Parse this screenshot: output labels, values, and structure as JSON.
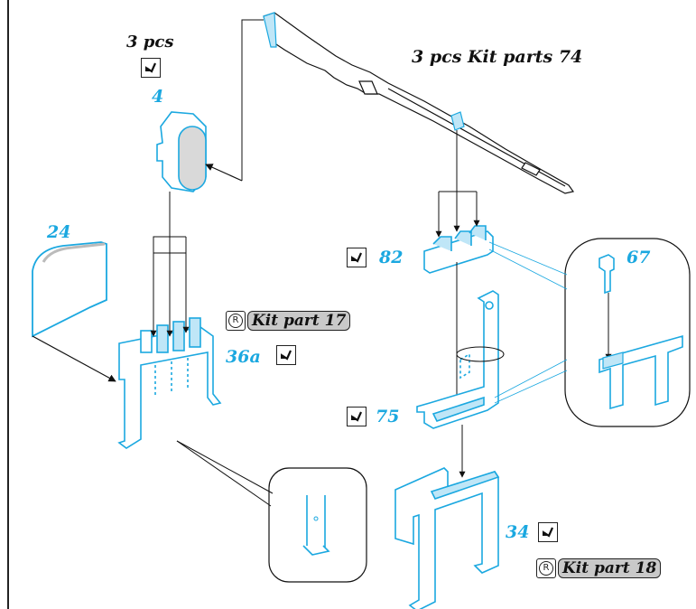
{
  "labels": {
    "qty_left": "3 pcs",
    "qty_rifle": "3 pcs Kit parts 74",
    "part_4": "4",
    "part_24": "24",
    "part_36a": "36a",
    "part_82": "82",
    "part_67": "67",
    "part_75": "75",
    "part_34": "34"
  },
  "kit_parts": {
    "kit_17": "Kit part 17",
    "kit_18": "Kit part 18",
    "resin_symbol": "R"
  },
  "icons": {
    "bend": "bend-icon",
    "resin": "resin-part-icon"
  },
  "colors": {
    "part_outline": "#1ba8e0",
    "part_fill": "#bfe6f7",
    "line": "#222222",
    "kit_label_bg": "#c9c9c9"
  }
}
